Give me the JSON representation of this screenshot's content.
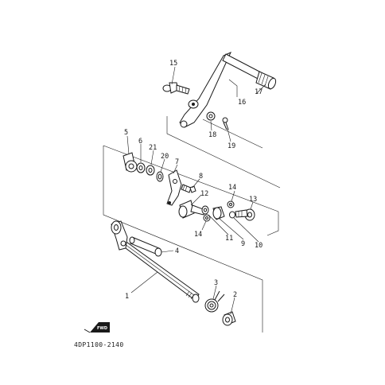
{
  "drawing_code": "4DP1100-2140",
  "direction_tag": "FWD",
  "parts": [
    {
      "ref": "1"
    },
    {
      "ref": "2"
    },
    {
      "ref": "3"
    },
    {
      "ref": "4"
    },
    {
      "ref": "5"
    },
    {
      "ref": "6"
    },
    {
      "ref": "7"
    },
    {
      "ref": "8"
    },
    {
      "ref": "9"
    },
    {
      "ref": "10"
    },
    {
      "ref": "11"
    },
    {
      "ref": "12"
    },
    {
      "ref": "13"
    },
    {
      "ref": "14"
    },
    {
      "ref": "14"
    },
    {
      "ref": "15"
    },
    {
      "ref": "16"
    },
    {
      "ref": "17"
    },
    {
      "ref": "18"
    },
    {
      "ref": "19"
    },
    {
      "ref": "20"
    },
    {
      "ref": "21"
    }
  ]
}
